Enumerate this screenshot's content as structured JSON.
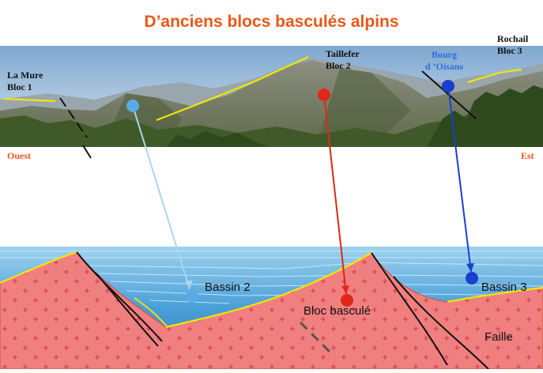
{
  "title": "D’anciens blocs basculés alpins",
  "photo": {
    "block1": {
      "line1": "La Mure",
      "line2": "Bloc 1"
    },
    "block2": {
      "line1": "Taillefer",
      "line2": "Bloc 2"
    },
    "block3": {
      "line1": "Rochail",
      "line2": "Bloc 3"
    },
    "bourg": {
      "line1": "Bourg",
      "line2": "d ’Oisans"
    },
    "west": "Ouest",
    "east": "Est"
  },
  "section": {
    "bassin2": "Bassin 2",
    "bloc_bascule": "Bloc basculé",
    "bassin3": "Bassin 3",
    "faille": "Faille"
  },
  "colors": {
    "title": "#e8581a",
    "basement": "#f08080",
    "sediment": "#4a9fd8",
    "fault": "#111111",
    "unconformity": "#f2e600",
    "link_bloc1": "#a8d8e8",
    "link_bloc2": "#e02818",
    "link_bloc3": "#1a3fd0"
  }
}
